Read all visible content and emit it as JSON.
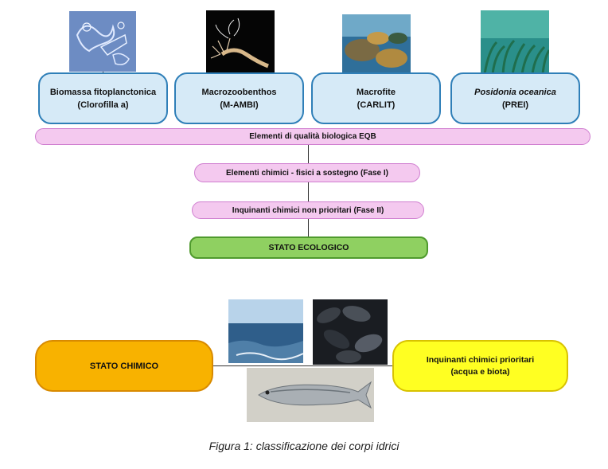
{
  "eqb": [
    {
      "line1": "Biomassa fitoplanctonica",
      "line2": "(Clorofilla a)",
      "italic": false
    },
    {
      "line1": "Macrozoobenthos",
      "line2": "(M-AMBI)",
      "italic": false
    },
    {
      "line1": "Macrofite",
      "line2": "(CARLIT)",
      "italic": false
    },
    {
      "line1": "Posidonia oceanica",
      "line2": "(PREI)",
      "italic": true
    }
  ],
  "eqb_bar": "Elementi di qualità biologica EQB",
  "phase1": "Elementi chimici - fisici a sostegno (Fase I)",
  "phase2": "Inquinanti chimici non prioritari (Fase II)",
  "ecological_status": "STATO ECOLOGICO",
  "chemical_status": "STATO CHIMICO",
  "priority": {
    "line1": "Inquinanti chimici prioritari",
    "line2": "(acqua e biota)"
  },
  "caption": "Figura 1: classificazione dei corpi idrici",
  "colors": {
    "eqb_box": "#d6eaf7",
    "eqb_border": "#2f7fb8",
    "pill": "#f4c9ef",
    "pill_border": "#d07fd0",
    "ecological": "#8fd061",
    "chemical": "#f8b200",
    "priority": "#ffff22"
  }
}
